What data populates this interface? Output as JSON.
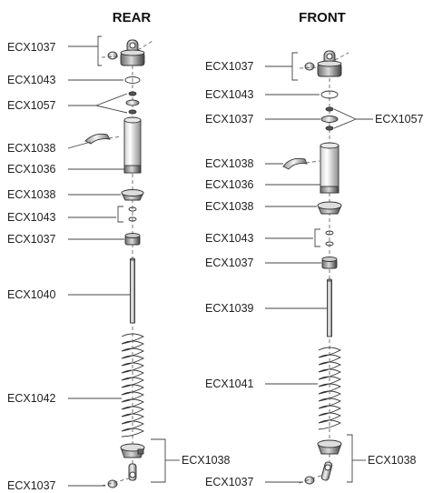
{
  "headers": {
    "rear": "REAR",
    "front": "FRONT"
  },
  "rear": {
    "cap_upper": "ECX1037",
    "oring_upper": "ECX1043",
    "spacers": "ECX1057",
    "clip": "ECX1038",
    "body": "ECX1036",
    "collar": "ECX1038",
    "orings_lower": "ECX1043",
    "cap_lower": "ECX1037",
    "shaft": "ECX1040",
    "spring": "ECX1042",
    "retainer": "ECX1038",
    "end": "ECX1037"
  },
  "front": {
    "cap_upper": "ECX1037",
    "oring_upper": "ECX1043",
    "piston": "ECX1037",
    "spacers": "ECX1057",
    "clip": "ECX1038",
    "body": "ECX1036",
    "collar": "ECX1038",
    "orings_lower": "ECX1043",
    "cap_lower": "ECX1037",
    "shaft": "ECX1039",
    "spring": "ECX1041",
    "retainer": "ECX1038",
    "end": "ECX1037"
  }
}
